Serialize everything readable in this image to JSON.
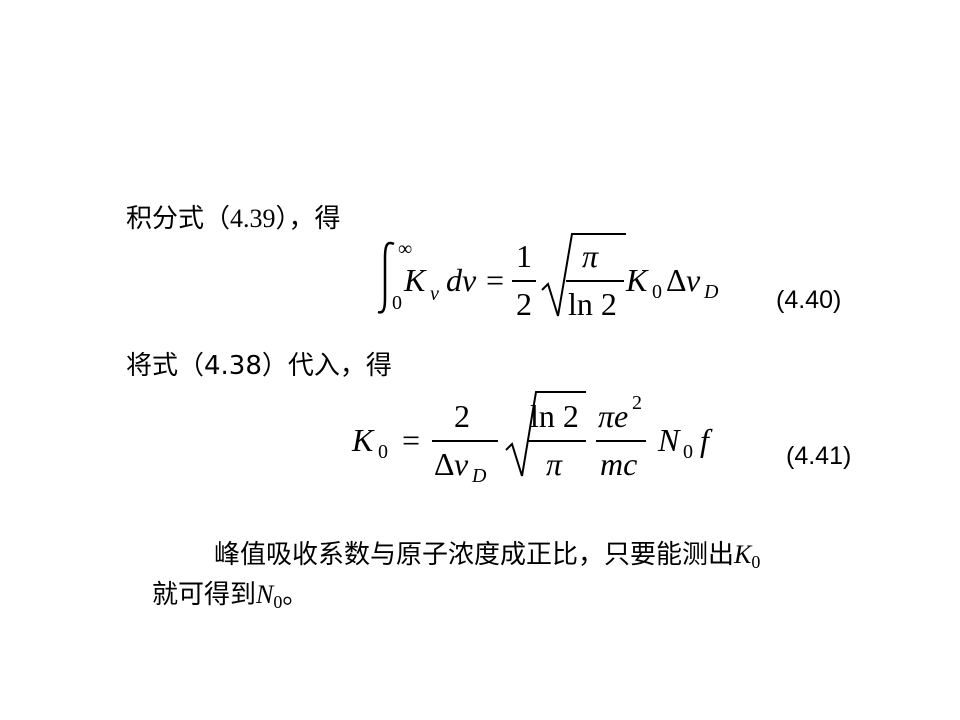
{
  "intro_line": {
    "text_a": "积分式（",
    "ref": "4.39",
    "text_b": "），得"
  },
  "equation_440": {
    "number": "(4.40)",
    "integral_upper": "∞",
    "integral_lower": "0",
    "integrand": "K",
    "integrand_sub": "v",
    "differential": "dv",
    "equals": "=",
    "frac_num": "1",
    "frac_den": "2",
    "sqrt_num": "π",
    "sqrt_den": "ln 2",
    "k0": "K",
    "k0_sub": "0",
    "delta": "Δ",
    "nu": "v",
    "nu_sub": "D"
  },
  "substitute_line": {
    "text": "将式（4.38）代入，得"
  },
  "equation_441": {
    "number": "(4.41)",
    "lhs": "K",
    "lhs_sub": "0",
    "equals": "=",
    "frac_num": "2",
    "frac_den_delta": "Δ",
    "frac_den_nu": "v",
    "frac_den_sub": "D",
    "sqrt_num": "ln 2",
    "sqrt_den": "π",
    "frac2_num_pi": "π",
    "frac2_num_e": "e",
    "frac2_num_exp": "2",
    "frac2_den": "mc",
    "n0": "N",
    "n0_sub": "0",
    "f": "f"
  },
  "conclusion": {
    "line1_text": "峰值吸收系数与原子浓度成正比，只要能测出",
    "line1_symbol": "K",
    "line1_sub": "0",
    "line2_text": "就可得到",
    "line2_symbol": "N",
    "line2_sub": "0",
    "line2_end": "。"
  }
}
